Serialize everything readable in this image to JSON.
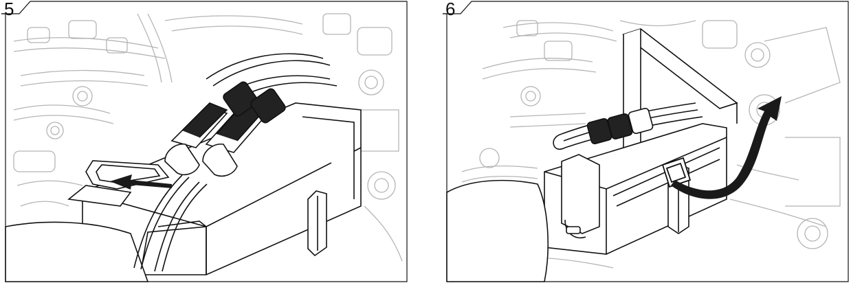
{
  "steps": [
    {
      "number": "5",
      "illustration": "battery-connectors-and-strap",
      "arrow_direction": "left"
    },
    {
      "number": "6",
      "illustration": "battery-strap-wrap-over-chassis",
      "arrow_direction": "up-and-over"
    }
  ],
  "colors": {
    "line": "#111111",
    "ghost_line": "#b5b5b5",
    "fill": "#ffffff",
    "arrow": "#1a1a1a"
  }
}
